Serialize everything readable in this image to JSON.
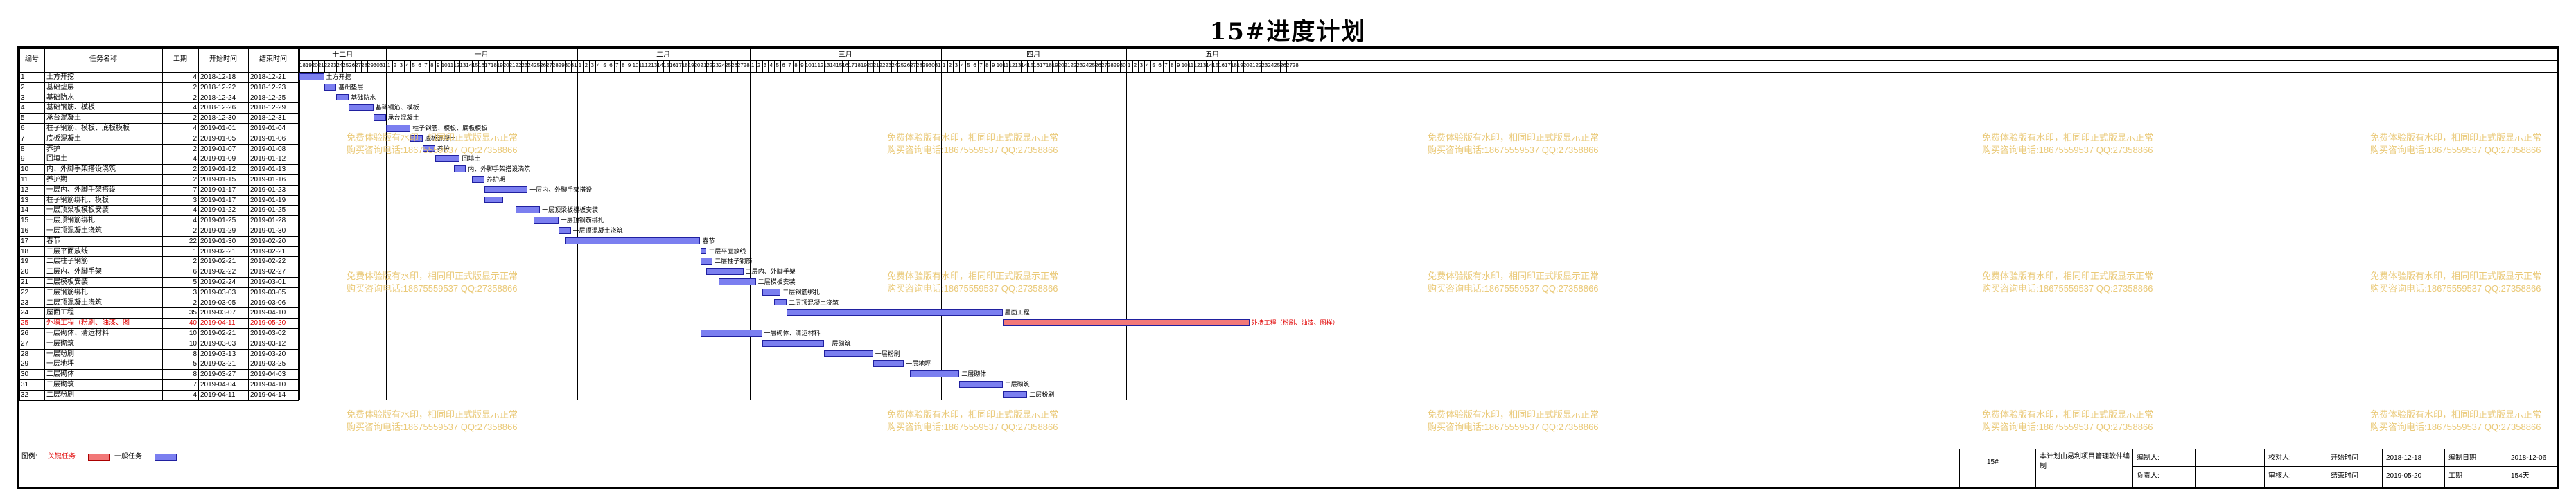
{
  "title": "15#进度计划",
  "columns": {
    "id": "编号",
    "name": "任务名称",
    "dur": "工期",
    "start": "开始时间",
    "end": "结束时间"
  },
  "months": [
    "十二月",
    "一月",
    "二月",
    "三月",
    "四月",
    "五月"
  ],
  "days": {
    "dec": [
      "18",
      "19",
      "20",
      "21",
      "22",
      "23",
      "24",
      "25",
      "26",
      "27",
      "28",
      "29",
      "30",
      "31"
    ],
    "jan_count": 31,
    "feb_count": 28,
    "mar_count": 31,
    "apr_count": 30,
    "may_count": 28
  },
  "tasks": [
    {
      "id": "1",
      "name": "土方开挖",
      "dur": "4",
      "start": "2018-12-18",
      "end": "2018-12-21",
      "bar_label": "土方开挖",
      "crit": false
    },
    {
      "id": "2",
      "name": "基础垫层",
      "dur": "2",
      "start": "2018-12-22",
      "end": "2018-12-23",
      "bar_label": "基础垫层",
      "crit": false
    },
    {
      "id": "3",
      "name": "基础防水",
      "dur": "2",
      "start": "2018-12-24",
      "end": "2018-12-25",
      "bar_label": "基础防水",
      "crit": false
    },
    {
      "id": "4",
      "name": "基础钢筋、模板",
      "dur": "4",
      "start": "2018-12-26",
      "end": "2018-12-29",
      "bar_label": "基础钢筋、模板",
      "crit": false
    },
    {
      "id": "5",
      "name": "承台混凝土",
      "dur": "2",
      "start": "2018-12-30",
      "end": "2018-12-31",
      "bar_label": "承台混凝土",
      "crit": false
    },
    {
      "id": "6",
      "name": "柱子钢筋、模板、底板模板",
      "dur": "4",
      "start": "2019-01-01",
      "end": "2019-01-04",
      "bar_label": "柱子钢筋、模板、底板模板",
      "crit": false
    },
    {
      "id": "7",
      "name": "底板混凝土",
      "dur": "2",
      "start": "2019-01-05",
      "end": "2019-01-06",
      "bar_label": "底板混凝土",
      "crit": false
    },
    {
      "id": "8",
      "name": "养护",
      "dur": "2",
      "start": "2019-01-07",
      "end": "2019-01-08",
      "bar_label": "养护",
      "crit": false
    },
    {
      "id": "9",
      "name": "回填土",
      "dur": "4",
      "start": "2019-01-09",
      "end": "2019-01-12",
      "bar_label": "回填土",
      "crit": false
    },
    {
      "id": "10",
      "name": "内、外脚手架搭设浇筑",
      "dur": "2",
      "start": "2019-01-12",
      "end": "2019-01-13",
      "bar_label": "内、外脚手架搭设浇筑",
      "crit": false
    },
    {
      "id": "11",
      "name": "养护期",
      "dur": "2",
      "start": "2019-01-15",
      "end": "2019-01-16",
      "bar_label": "养护期",
      "crit": false
    },
    {
      "id": "12",
      "name": "一层内、外脚手架搭设",
      "dur": "7",
      "start": "2019-01-17",
      "end": "2019-01-23",
      "bar_label": "一层内、外脚手架搭设",
      "crit": false
    },
    {
      "id": "13",
      "name": "柱子钢筋绑扎、模板",
      "dur": "3",
      "start": "2019-01-17",
      "end": "2019-01-19",
      "bar_label": "",
      "crit": false
    },
    {
      "id": "14",
      "name": "一层顶梁板模板安装",
      "dur": "4",
      "start": "2019-01-22",
      "end": "2019-01-25",
      "bar_label": "一层顶梁板模板安装",
      "crit": false
    },
    {
      "id": "15",
      "name": "一层顶钢筋绑扎",
      "dur": "4",
      "start": "2019-01-25",
      "end": "2019-01-28",
      "bar_label": "一层顶钢筋绑扎",
      "crit": false
    },
    {
      "id": "16",
      "name": "一层顶混凝土浇筑",
      "dur": "2",
      "start": "2019-01-29",
      "end": "2019-01-30",
      "bar_label": "一层顶混凝土浇筑",
      "crit": false
    },
    {
      "id": "17",
      "name": "春节",
      "dur": "22",
      "start": "2019-01-30",
      "end": "2019-02-20",
      "bar_label": "春节",
      "crit": false
    },
    {
      "id": "18",
      "name": "二层平面放线",
      "dur": "1",
      "start": "2019-02-21",
      "end": "2019-02-21",
      "bar_label": "二层平面放线",
      "crit": false
    },
    {
      "id": "19",
      "name": "二层柱子钢筋",
      "dur": "2",
      "start": "2019-02-21",
      "end": "2019-02-22",
      "bar_label": "二层柱子钢筋",
      "crit": false
    },
    {
      "id": "20",
      "name": "二层内、外脚手架",
      "dur": "6",
      "start": "2019-02-22",
      "end": "2019-02-27",
      "bar_label": "二层内、外脚手架",
      "crit": false
    },
    {
      "id": "21",
      "name": "二层模板安装",
      "dur": "5",
      "start": "2019-02-24",
      "end": "2019-03-01",
      "bar_label": "二层模板安装",
      "crit": false
    },
    {
      "id": "22",
      "name": "二层钢筋绑扎",
      "dur": "3",
      "start": "2019-03-03",
      "end": "2019-03-05",
      "bar_label": "二层钢筋绑扎",
      "crit": false
    },
    {
      "id": "23",
      "name": "二层顶混凝土浇筑",
      "dur": "2",
      "start": "2019-03-05",
      "end": "2019-03-06",
      "bar_label": "二层顶混凝土浇筑",
      "crit": false
    },
    {
      "id": "24",
      "name": "屋面工程",
      "dur": "35",
      "start": "2019-03-07",
      "end": "2019-04-10",
      "bar_label": "屋面工程",
      "crit": false
    },
    {
      "id": "25",
      "name": "外墙工程（粉刷、油漆、图",
      "dur": "40",
      "start": "2019-04-11",
      "end": "2019-05-20",
      "bar_label": "外墙工程（粉刷、油漆、图样）",
      "crit": true
    },
    {
      "id": "26",
      "name": "一层砌体、清运材料",
      "dur": "10",
      "start": "2019-02-21",
      "end": "2019-03-02",
      "bar_label": "一层砌体、清运材料",
      "crit": false
    },
    {
      "id": "27",
      "name": "一层砌筑",
      "dur": "10",
      "start": "2019-03-03",
      "end": "2019-03-12",
      "bar_label": "一层砌筑",
      "crit": false
    },
    {
      "id": "28",
      "name": "一层粉刷",
      "dur": "8",
      "start": "2019-03-13",
      "end": "2019-03-20",
      "bar_label": "一层粉刷",
      "crit": false
    },
    {
      "id": "29",
      "name": "一层地坪",
      "dur": "5",
      "start": "2019-03-21",
      "end": "2019-03-25",
      "bar_label": "一层地坪",
      "crit": false
    },
    {
      "id": "30",
      "name": "二层砌体",
      "dur": "8",
      "start": "2019-03-27",
      "end": "2019-04-03",
      "bar_label": "二层砌体",
      "crit": false
    },
    {
      "id": "31",
      "name": "二层砌筑",
      "dur": "7",
      "start": "2019-04-04",
      "end": "2019-04-10",
      "bar_label": "二层砌筑",
      "crit": false
    },
    {
      "id": "32",
      "name": "二层粉刷",
      "dur": "4",
      "start": "2019-04-11",
      "end": "2019-04-14",
      "bar_label": "二层粉刷",
      "crit": false
    }
  ],
  "legend": {
    "label": "图例:",
    "crit": "关键任务",
    "normal": "一般任务"
  },
  "footer": {
    "code": "15#",
    "software": "本计划由易利项目管理软件编制",
    "preparer": "编制人:",
    "checker": "校对人:",
    "start_label": "开始时间",
    "start_value": "2018-12-18",
    "plan_label": "编制日期",
    "plan_value": "2018-12-06",
    "owner": "负责人:",
    "reviewer": "审核人:",
    "end_label": "结束时间",
    "end_value": "2019-05-20",
    "dur_label": "工期",
    "dur_value": "154天"
  },
  "watermark": {
    "line1": "免费体验版有水印，相同印正式版显示正常",
    "line2": "购买咨询电话:18675559537 QQ:27358866"
  },
  "colors": {
    "normal": "#7b7ff0",
    "crit": "#f27878",
    "bar_border": "#2020a0",
    "watermark": "#e8c46a"
  }
}
